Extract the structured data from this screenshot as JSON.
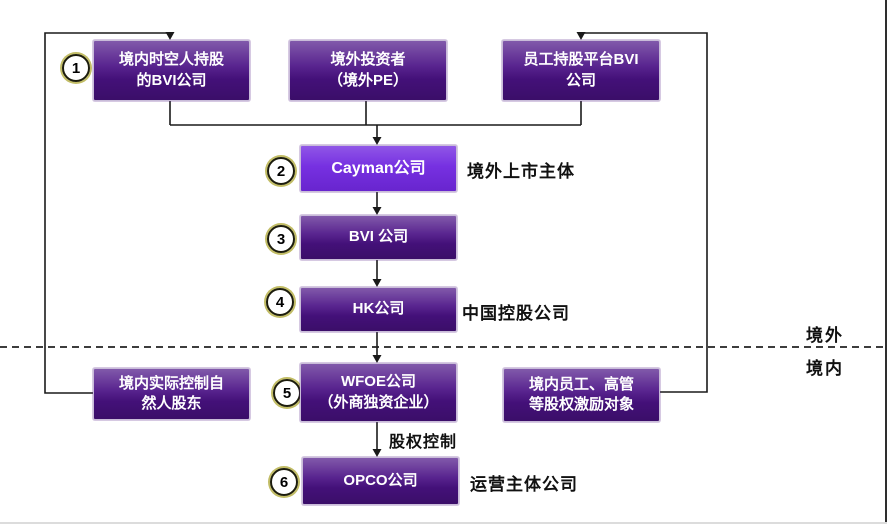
{
  "diagram_title": "overseas-listing-structure",
  "region": {
    "offshore": "境外",
    "onshore": "境内"
  },
  "nodes": {
    "domestic_bvi": {
      "number": "1",
      "label": "境内时空人持股\n的BVI公司"
    },
    "foreign_investor": {
      "label": "境外投资者\n（境外PE）"
    },
    "esop_bvi": {
      "label": "员工持股平台BVI\n公司"
    },
    "cayman": {
      "number": "2",
      "label": "Cayman公司",
      "side_label": "境外上市主体"
    },
    "bvi": {
      "number": "3",
      "label": "BVI 公司"
    },
    "hk": {
      "number": "4",
      "label": "HK公司",
      "side_label": "中国控股公司"
    },
    "wfoe": {
      "number": "5",
      "label": "WFOE公司\n（外商独资企业）"
    },
    "domestic_controller": {
      "label": "境内实际控制自\n然人股东"
    },
    "incentive_targets": {
      "label": "境内员工、高管\n等股权激励对象"
    },
    "opco": {
      "number": "6",
      "label": "OPCO公司",
      "side_label": "运营主体公司"
    }
  },
  "edge_labels": {
    "equity_control": "股权控制"
  },
  "colors": {
    "box_purple": "#4b1286",
    "cayman_purple": "#7128e0",
    "line": "#1a1a1a",
    "number_ring": "#c2bd66"
  }
}
